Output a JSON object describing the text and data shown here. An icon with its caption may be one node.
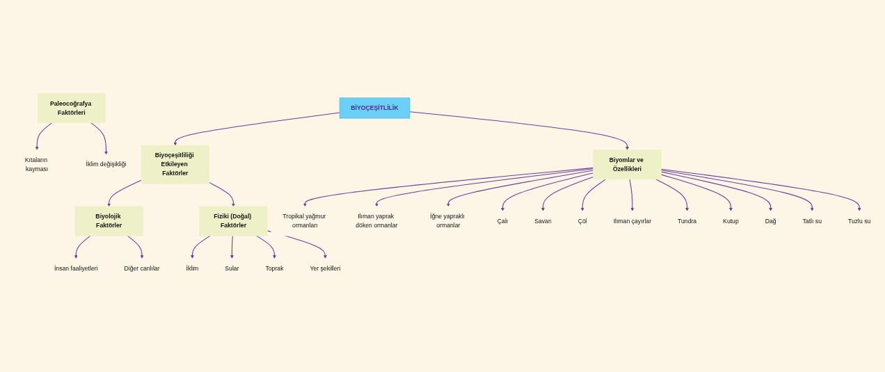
{
  "diagram": {
    "nodes": [
      {
        "text": [
          "BİYOÇEŞİTLİLİK"
        ]
      },
      {
        "text": [
          "Biyoçeşitliliği Etkileyen Faktörler"
        ]
      },
      {
        "text": [
          "Biyomlar ve Özellikleri"
        ]
      },
      {
        "text": [
          "Biyolojik Faktörler"
        ]
      },
      {
        "text": [
          "Paleocoğrafya Faktörleri"
        ]
      },
      {
        "text": [
          "Fiziki (Doğal) Faktörler"
        ]
      },
      {
        "text": [
          "İnsan faaliyetleri"
        ]
      },
      {
        "text": [
          "Diğer canlılar"
        ]
      },
      {
        "text": [
          "Kıtaların kayması"
        ]
      },
      {
        "text": [
          "İklim değişikliği"
        ]
      },
      {
        "text": [
          "İklim"
        ]
      },
      {
        "text": [
          "Sular"
        ]
      },
      {
        "text": [
          "Toprak"
        ]
      },
      {
        "text": [
          "Yer şekilleri"
        ]
      },
      {
        "text": [
          "Tropikal yağmur ormanları"
        ]
      },
      {
        "text": [
          "Ilıman yaprak döken ormanlar"
        ]
      },
      {
        "text": [
          "İğne yapraklı ormanlar"
        ]
      },
      {
        "text": [
          "Çalı"
        ]
      },
      {
        "text": [
          "Savan"
        ]
      },
      {
        "text": [
          "Çöl"
        ]
      },
      {
        "text": [
          "Ilıman çayırlar"
        ]
      },
      {
        "text": [
          "Tundra"
        ]
      },
      {
        "text": [
          "Kutup"
        ]
      },
      {
        "text": [
          "Dağ"
        ]
      },
      {
        "text": [
          "Tatlı su"
        ]
      },
      {
        "text": [
          "Tuzlu su"
        ]
      }
    ],
    "edges": [
      {
        "from": 0,
        "to": 1,
        "arrow": "to"
      },
      {
        "from": 0,
        "to": 2,
        "arrow": "to"
      },
      {
        "from": 1,
        "to": 3,
        "arrow": "to"
      },
      {
        "from": 1,
        "to": 5,
        "arrow": "to"
      },
      {
        "from": 3,
        "to": 6,
        "arrow": "to"
      },
      {
        "from": 3,
        "to": 7,
        "arrow": "to"
      },
      {
        "from": 4,
        "to": 8,
        "arrow": "to"
      },
      {
        "from": 4,
        "to": 9,
        "arrow": "to"
      },
      {
        "from": 5,
        "to": 10,
        "arrow": "to"
      },
      {
        "from": 5,
        "to": 11,
        "arrow": "to"
      },
      {
        "from": 5,
        "to": 12,
        "arrow": "to"
      },
      {
        "from": 5,
        "to": 13,
        "arrow": "to"
      },
      {
        "from": 2,
        "to": 14,
        "arrow": "to"
      },
      {
        "from": 2,
        "to": 15,
        "arrow": "to"
      },
      {
        "from": 2,
        "to": 16,
        "arrow": "to"
      },
      {
        "from": 2,
        "to": 17,
        "arrow": "to"
      },
      {
        "from": 2,
        "to": 18,
        "arrow": "to"
      },
      {
        "from": 2,
        "to": 19,
        "arrow": "to"
      },
      {
        "from": 2,
        "to": 20,
        "arrow": "to"
      },
      {
        "from": 2,
        "to": 21,
        "arrow": "to"
      },
      {
        "from": 2,
        "to": 22,
        "arrow": "to"
      },
      {
        "from": 2,
        "to": 23,
        "arrow": "to"
      },
      {
        "from": 2,
        "to": 24,
        "arrow": "to"
      },
      {
        "from": 2,
        "to": 25,
        "arrow": "to"
      }
    ]
  }
}
